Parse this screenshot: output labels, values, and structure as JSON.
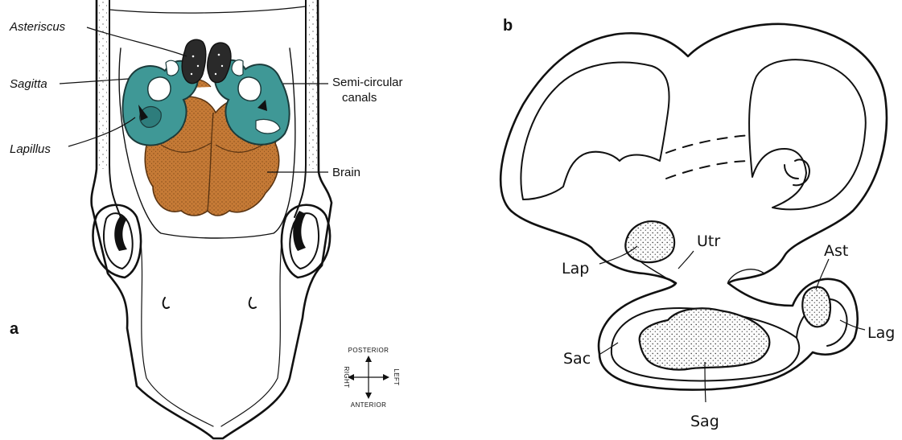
{
  "panel_a": {
    "panel_label": "a",
    "labels": {
      "asteriscus": "Asteriscus",
      "sagitta": "Sagitta",
      "lapillus": "Lapillus",
      "semicircular_line1": "Semi-circular",
      "semicircular_line2": "canals",
      "brain": "Brain"
    },
    "compass": {
      "top": "POSTERIOR",
      "bottom": "ANTERIOR",
      "left": "RIGHT",
      "right": "LEFT"
    },
    "colors": {
      "canals": "#3f9896",
      "brain": "#c57a36",
      "asteriscus": "#222222"
    }
  },
  "panel_b": {
    "panel_label": "b",
    "labels": {
      "lap": "Lap",
      "utr": "Utr",
      "ast": "Ast",
      "lag": "Lag",
      "sac": "Sac",
      "sag": "Sag"
    }
  }
}
